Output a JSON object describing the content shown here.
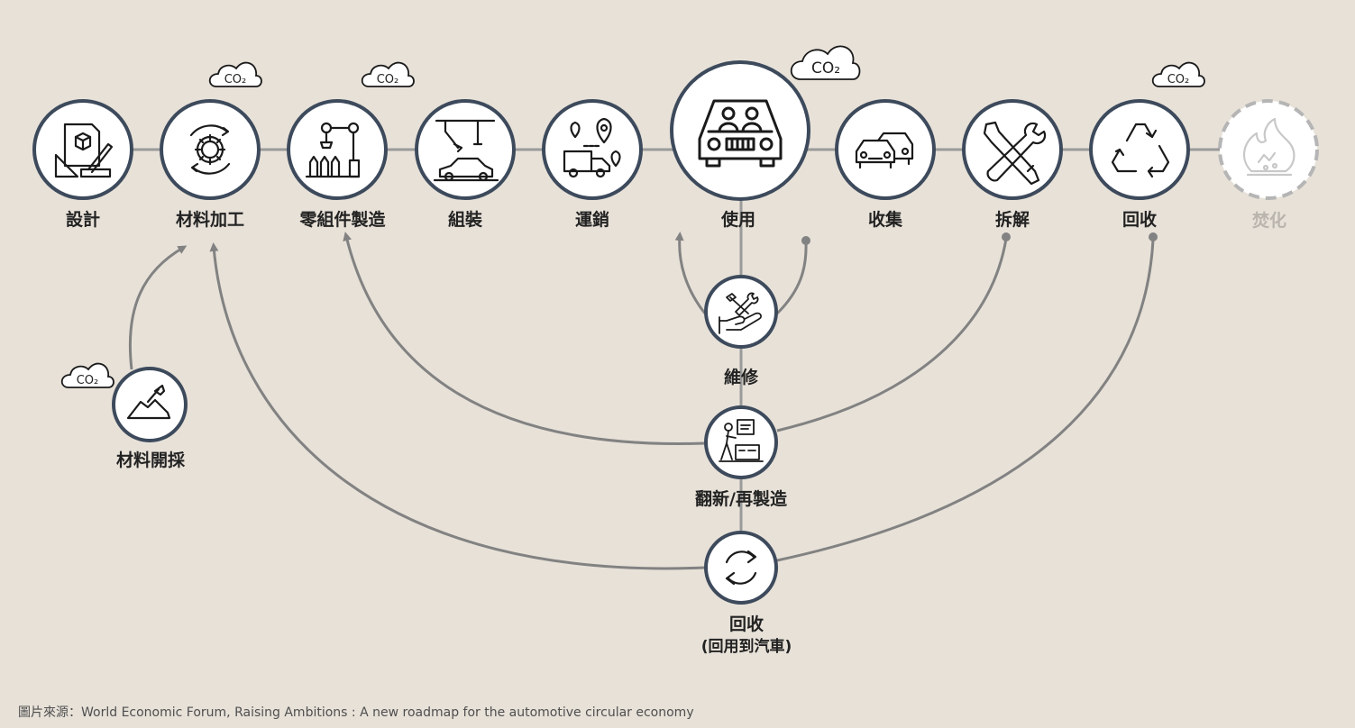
{
  "stages": {
    "design": "設計",
    "material_processing": "材料加工",
    "parts_manufacturing": "零組件製造",
    "assembly": "組裝",
    "distribution": "運銷",
    "use": "使用",
    "collection": "收集",
    "disassembly": "拆解",
    "recycling": "回收",
    "incineration": "焚化"
  },
  "loops": {
    "mining": "材料開採",
    "repair": "維修",
    "refurbish": "翻新/再製造",
    "recycle": "回收",
    "recycle_note": "(回用到汽車)"
  },
  "emission_badge": "CO₂",
  "source": "圖片來源：World Economic Forum, Raising Ambitions : A new roadmap for the automotive circular economy",
  "colors": {
    "background": "#e7e1d8",
    "node_border": "#3d4a5c",
    "flow_line": "#828282",
    "inactive": "#b9b4ad"
  }
}
